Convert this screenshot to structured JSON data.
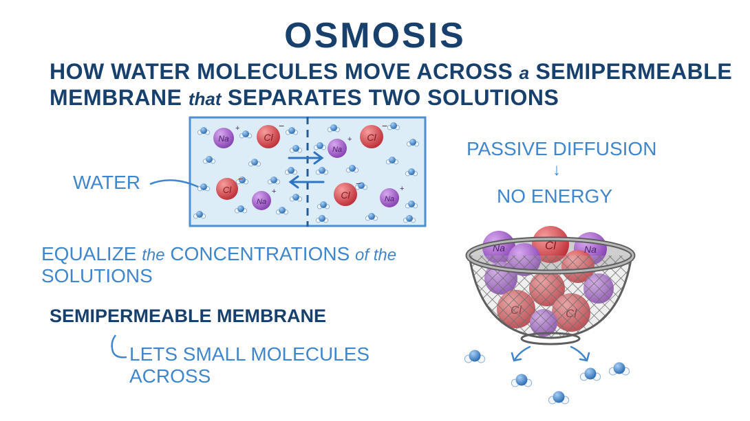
{
  "title": "OSMOSIS",
  "subtitle": {
    "line1_a": "HOW WATER MOLECULES MOVE ACROSS",
    "line1_b": "a",
    "line1_c": "SEMIPERMEABLE",
    "line2_a": "MEMBRANE",
    "line2_b": "that",
    "line2_c": "SEPARATES TWO SOLUTIONS"
  },
  "labels": {
    "water": "WATER",
    "passive": "PASSIVE DIFFUSION",
    "arrow": "↓",
    "energy": "NO ENERGY",
    "eq_1": "EQUALIZE",
    "eq_2": "the",
    "eq_3": "CONCENTRATIONS",
    "eq_4": "of the",
    "eq_line2": "SOLUTIONS",
    "semi": "SEMIPERMEABLE MEMBRANE",
    "lets1": "LETS SMALL MOLECULES",
    "lets2": "ACROSS"
  },
  "ions": {
    "na": "Na",
    "cl": "Cl",
    "plus": "+",
    "minus": "−"
  },
  "colors": {
    "title": "#17406d",
    "light_text": "#3f86cc",
    "box_fill": "#dcedf8",
    "box_stroke": "#4d8fd0",
    "na": "#a25cc9",
    "cl": "#d9464d",
    "water": "#3a7fc6"
  }
}
